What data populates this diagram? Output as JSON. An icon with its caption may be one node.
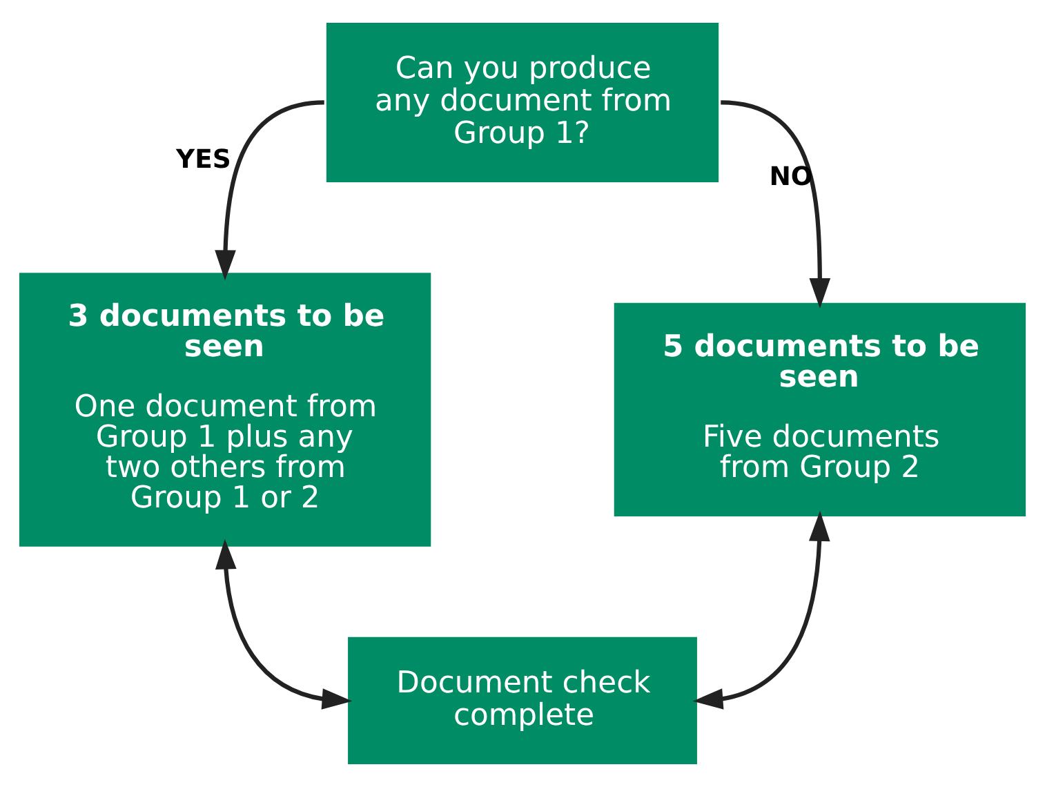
{
  "diagram": {
    "nodes": [
      {
        "text": [
          "Can you produce any document from Group 1?"
        ]
      },
      {
        "text": [
          "3 documents to be seen",
          "One document from Group 1 plus any two others from Group 1 or 2"
        ]
      },
      {
        "text": [
          "5 documents to be seen",
          "Five documents from Group 2"
        ]
      },
      {
        "text": [
          "Document check complete"
        ]
      }
    ],
    "edges": [
      {
        "from": 0,
        "to": 1,
        "arrow": "to",
        "label": "YES"
      },
      {
        "from": 0,
        "to": 2,
        "arrow": "to",
        "label": "NO"
      },
      {
        "from": 1,
        "to": 3,
        "arrow": "both"
      },
      {
        "from": 2,
        "to": 3,
        "arrow": "both"
      }
    ]
  }
}
